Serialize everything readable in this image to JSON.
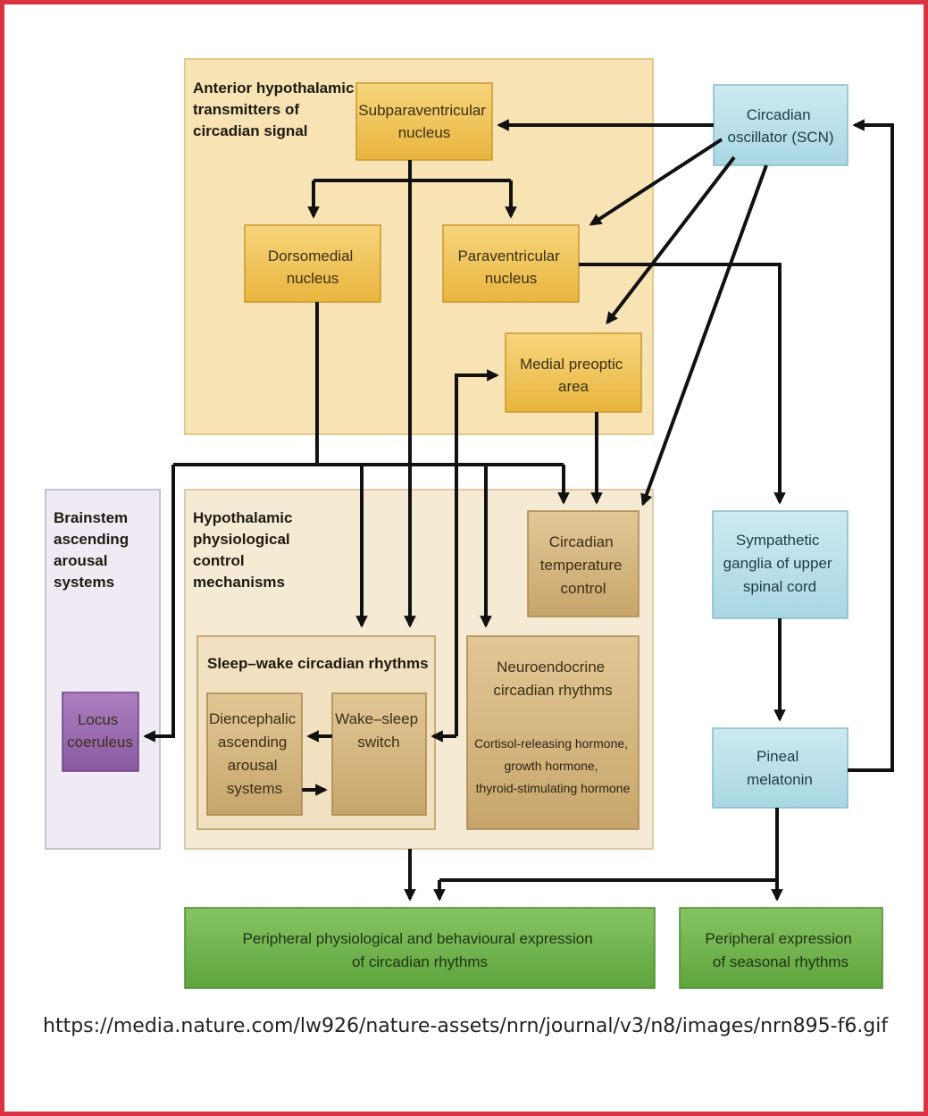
{
  "regions": {
    "anterior": [
      "Anterior hypothalamic",
      "transmitters of",
      "circadian signal"
    ],
    "physiological": [
      "Hypothalamic",
      "physiological",
      "control",
      "mechanisms"
    ],
    "brainstem": [
      "Brainstem",
      "ascending",
      "arousal",
      "systems"
    ]
  },
  "nodes": {
    "subparaventricular": [
      "Subparaventricular",
      "nucleus"
    ],
    "dorsomedial": [
      "Dorsomedial",
      "nucleus"
    ],
    "paraventricular": [
      "Paraventricular",
      "nucleus"
    ],
    "medial_preoptic": [
      "Medial preoptic",
      "area"
    ],
    "scn": [
      "Circadian",
      "oscillator (SCN)"
    ],
    "temperature": [
      "Circadian",
      "temperature",
      "control"
    ],
    "sleep_wake_title": "Sleep–wake circadian rhythms",
    "diencephalic": [
      "Diencephalic",
      "ascending",
      "arousal",
      "systems"
    ],
    "wake_sleep_switch": [
      "Wake–sleep",
      "switch"
    ],
    "neuroendocrine": [
      "Neuroendocrine",
      "circadian rhythms"
    ],
    "hormones": [
      "Cortisol-releasing hormone,",
      "growth hormone,",
      "thyroid-stimulating hormone"
    ],
    "locus": [
      "Locus",
      "coeruleus"
    ],
    "sympathetic": [
      "Sympathetic",
      "ganglia of upper",
      "spinal cord"
    ],
    "pineal": [
      "Pineal",
      "melatonin"
    ],
    "peripheral_circadian": [
      "Peripheral physiological and behavioural expression",
      "of circadian rhythms"
    ],
    "peripheral_seasonal": [
      "Peripheral expression",
      "of seasonal rhythms"
    ]
  },
  "source_url": "https://media.nature.com/lw926/nature-assets/nrn/journal/v3/n8/images/nrn895-f6.gif",
  "colors": {
    "frame": "#d9333f",
    "anterior_region": "#f8e3b4",
    "physiological_region": "#f5ead3",
    "brainstem_region": "#efeaf4",
    "gold_node": "#f0c24f",
    "tan_node": "#d4b681",
    "blue_node": "#bde3ec",
    "purple_node": "#9b6bb0",
    "green_node": "#72b54e",
    "arrow": "#111111"
  }
}
